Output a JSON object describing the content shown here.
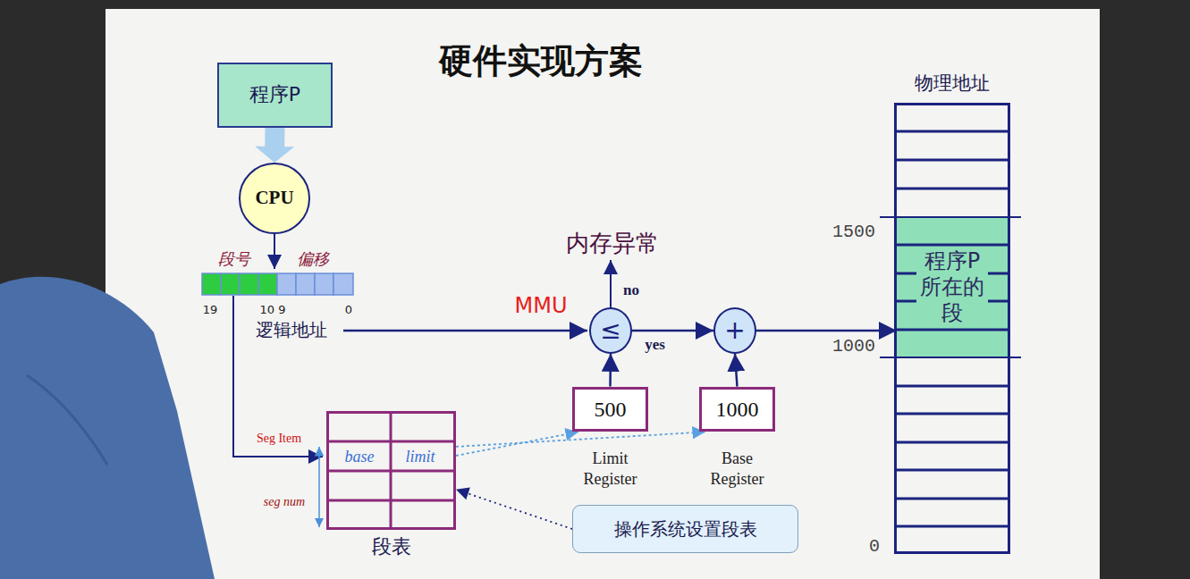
{
  "diagram": {
    "title": "硬件实现方案",
    "nodes": [
      {
        "text": [
          "程序P"
        ]
      },
      {
        "text": [
          "CPU"
        ]
      },
      {
        "text": [
          "≤"
        ]
      },
      {
        "text": [
          "+"
        ]
      },
      {
        "text": [
          "500",
          "Limit Register"
        ]
      },
      {
        "text": [
          "1000",
          "Base Register"
        ]
      },
      {
        "text": [
          "段表"
        ]
      },
      {
        "text": [
          "操作系统设置段表"
        ]
      },
      {
        "text": [
          "物理地址"
        ]
      },
      {
        "text": [
          "程序P所在的段"
        ],
        "in": 8
      }
    ],
    "edges": [
      {
        "from": 0,
        "to": 1,
        "arrow": "to"
      },
      {
        "from": 4,
        "to": 2,
        "arrow": "to"
      },
      {
        "from": 2,
        "to": 3,
        "arrow": "to",
        "label": "yes"
      },
      {
        "from": 5,
        "to": 3,
        "arrow": "to"
      },
      {
        "from": 3,
        "to": 9,
        "arrow": "to"
      },
      {
        "from": 6,
        "to": 4,
        "arrow": "to"
      },
      {
        "from": 6,
        "to": 5,
        "arrow": "to"
      },
      {
        "from": 7,
        "to": 6,
        "arrow": "to"
      }
    ],
    "labels": [
      "段号",
      "偏移",
      "19",
      "10 9",
      "0",
      "逻辑地址",
      "MMU",
      "内存异常",
      "no",
      "Seg Item",
      "base",
      "limit",
      "seg num",
      "1500",
      "1000",
      "0"
    ]
  }
}
